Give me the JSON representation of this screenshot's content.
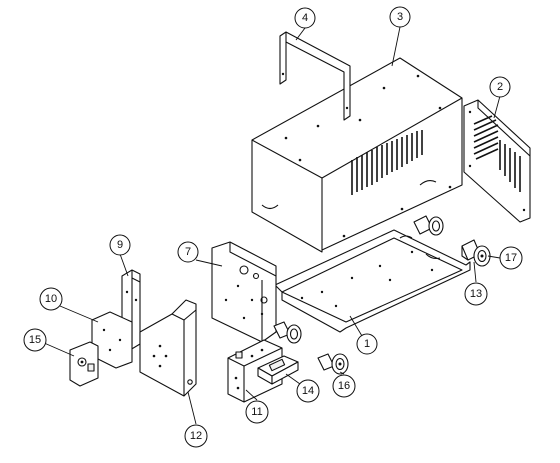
{
  "callouts": [
    {
      "label": "1"
    },
    {
      "label": "2"
    },
    {
      "label": "3"
    },
    {
      "label": "4"
    },
    {
      "label": "7"
    },
    {
      "label": "9"
    },
    {
      "label": "10"
    },
    {
      "label": "11"
    },
    {
      "label": "12"
    },
    {
      "label": "13"
    },
    {
      "label": "14"
    },
    {
      "label": "15"
    },
    {
      "label": "16"
    },
    {
      "label": "17"
    }
  ]
}
